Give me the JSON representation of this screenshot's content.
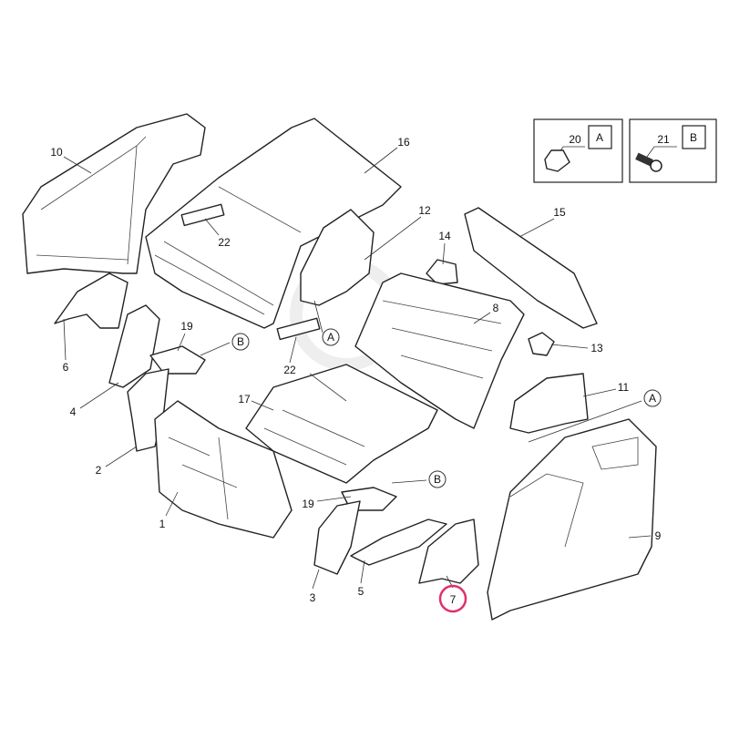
{
  "diagram": {
    "callouts": [
      "10",
      "16",
      "12",
      "15",
      "14",
      "22",
      "8",
      "19",
      "6",
      "4",
      "17",
      "13",
      "11",
      "22",
      "2",
      "19",
      "1",
      "3",
      "5",
      "7",
      "9"
    ],
    "references": [
      "B",
      "A",
      "A",
      "B"
    ],
    "legend": [
      {
        "part": "20",
        "ref": "A"
      },
      {
        "part": "21",
        "ref": "B"
      }
    ],
    "highlight": {
      "part": "7",
      "color": "#e0306a"
    }
  }
}
